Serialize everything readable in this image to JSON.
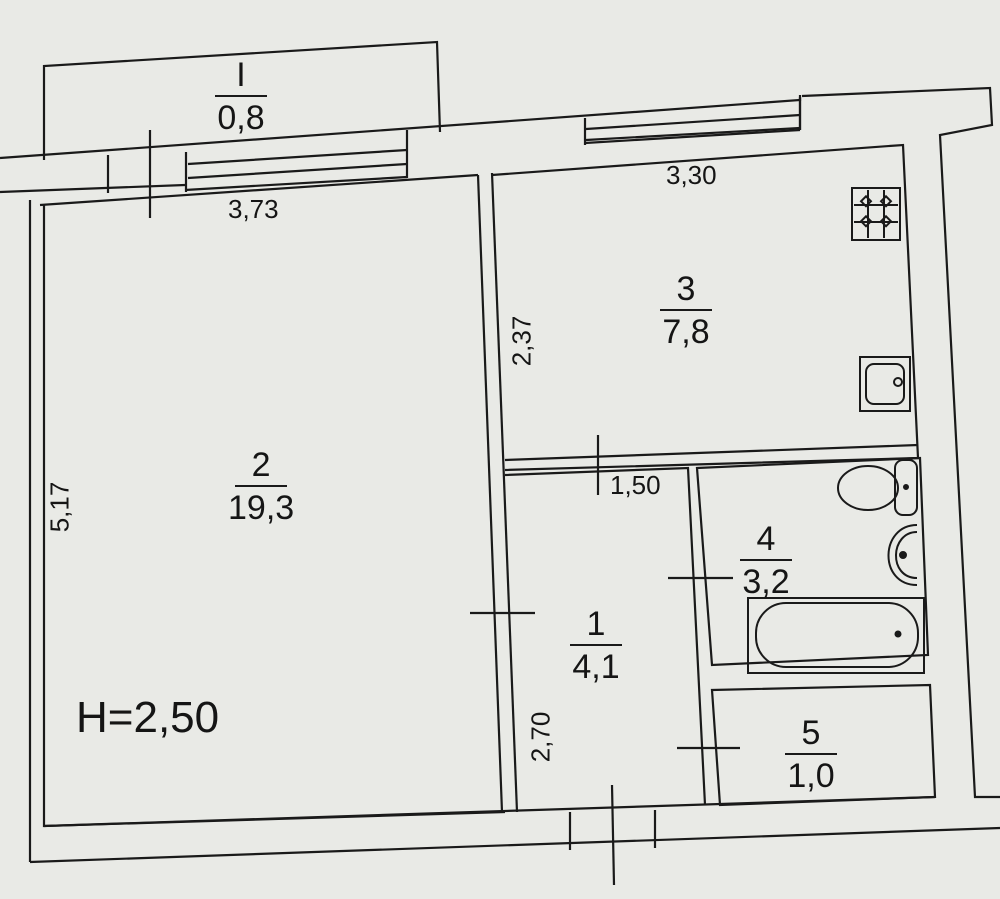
{
  "plan": {
    "ceiling_height": "H=2,50",
    "rooms": [
      {
        "id": "1",
        "number": "1",
        "area": "4,1",
        "type": "hallway"
      },
      {
        "id": "2",
        "number": "2",
        "area": "19,3",
        "type": "living-room"
      },
      {
        "id": "3",
        "number": "3",
        "area": "7,8",
        "type": "kitchen"
      },
      {
        "id": "4",
        "number": "4",
        "area": "3,2",
        "type": "bathroom"
      },
      {
        "id": "5",
        "number": "5",
        "area": "1,0",
        "type": "storage"
      },
      {
        "id": "balcony",
        "number": "I",
        "area": "0,8",
        "type": "balcony"
      }
    ],
    "dimensions": {
      "room2_width": "3,73",
      "room2_length": "5,17",
      "kitchen_width": "3,30",
      "kitchen_depth": "2,37",
      "hall_width": "1,50",
      "hall_length": "2,70"
    },
    "fixtures": [
      "stove-icon",
      "sink-icon",
      "toilet-icon",
      "washbasin-icon",
      "bathtub-icon"
    ],
    "colors": {
      "paper": "#e9eae6",
      "line": "#1a1a1a"
    }
  }
}
